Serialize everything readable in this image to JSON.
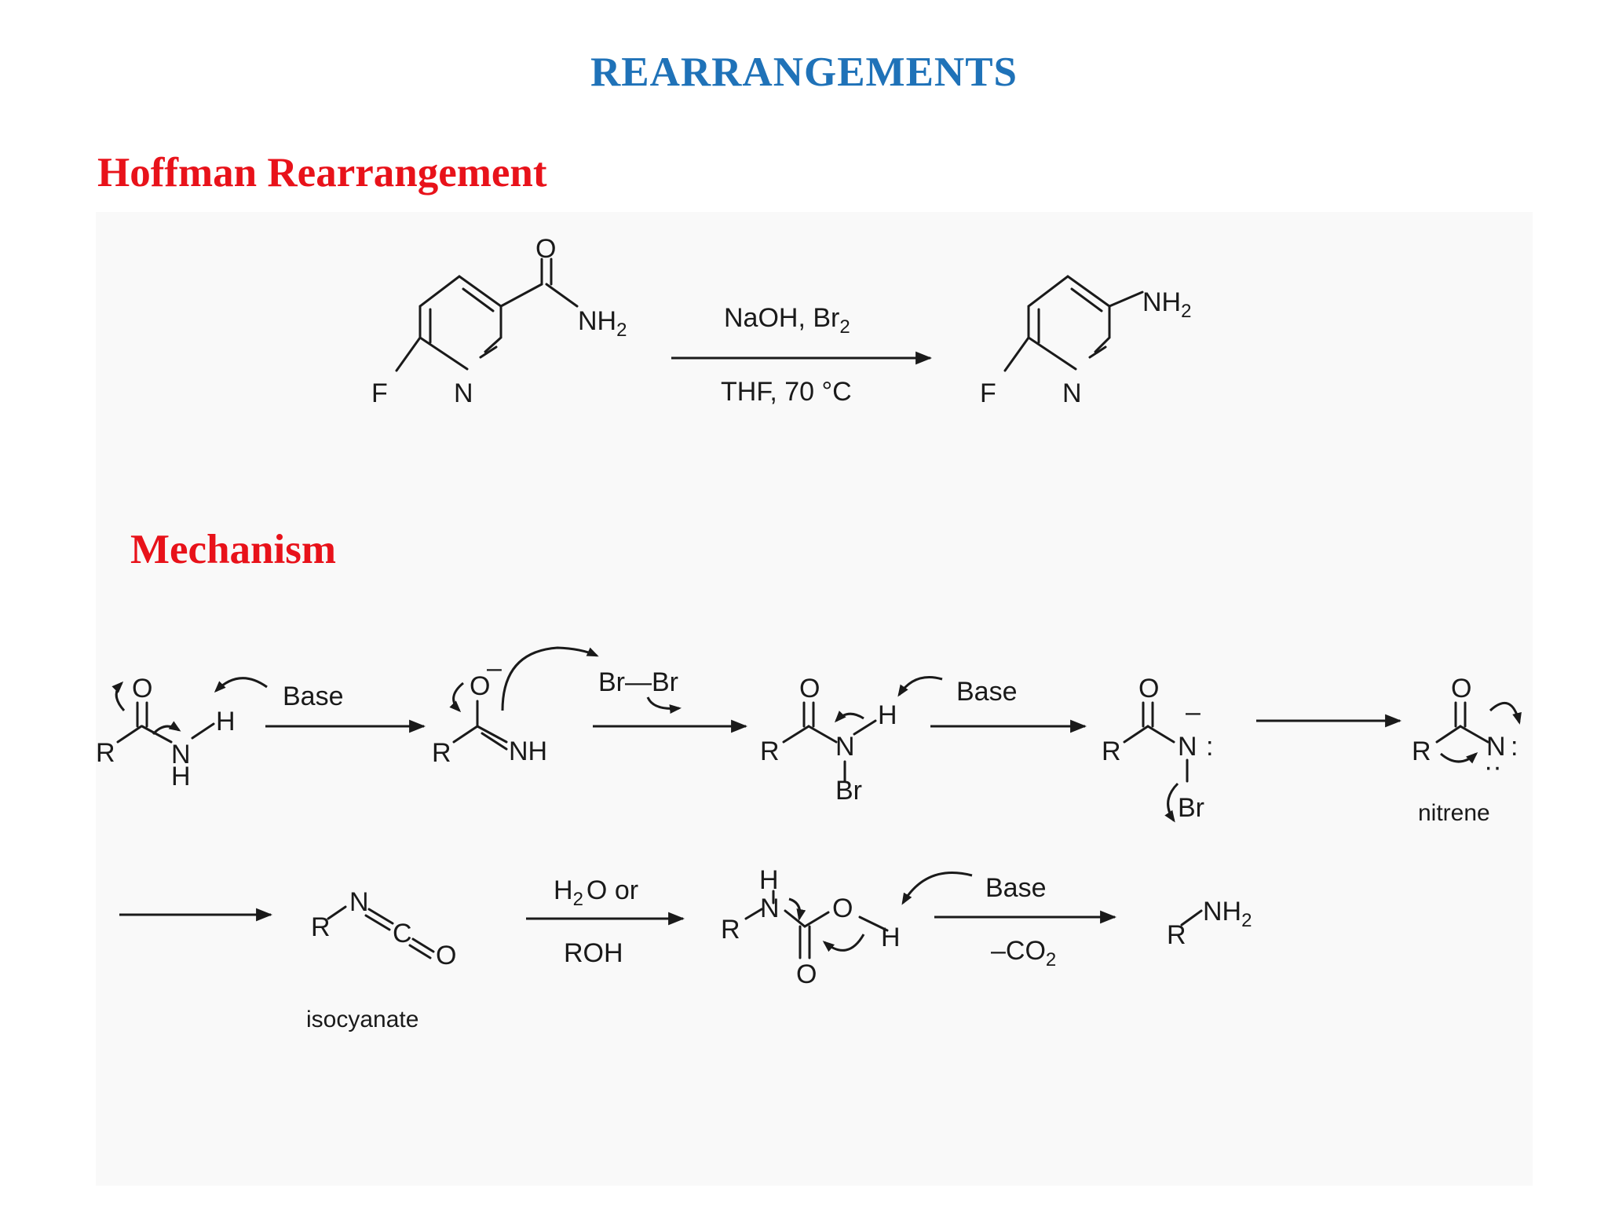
{
  "title": "REARRANGEMENTS",
  "section_hoffman": "Hoffman Rearrangement",
  "section_mechanism": "Mechanism",
  "colors": {
    "title": "#1f72b8",
    "section": "#e8121a",
    "ink": "#1a1a1a"
  },
  "overall_reaction": {
    "reagent_above": "NaOH, Br",
    "reagent_above_sub": "2",
    "reagent_below": "THF, 70 °C",
    "reactant_atoms": {
      "O": "O",
      "NH": "NH",
      "NH_sub": "2",
      "F": "F",
      "N": "N"
    },
    "product_atoms": {
      "NH": "NH",
      "NH_sub": "2",
      "F": "F",
      "N": "N"
    }
  },
  "mechanism_row1": {
    "s1": {
      "O": "O",
      "R": "R",
      "N": "N",
      "H_bottom": "H",
      "H_top": "H"
    },
    "s1_reagent": "Base",
    "s2": {
      "O": "O",
      "charge": "–",
      "R": "R",
      "NH": "NH"
    },
    "s2_reagent": "Br—Br",
    "s3": {
      "O": "O",
      "R": "R",
      "N": "N",
      "H": "H",
      "Br": "Br"
    },
    "s3_reagent": "Base",
    "s4": {
      "O": "O",
      "R": "R",
      "N": "N",
      "charge": "–",
      "lone_pair": ":",
      "Br": "Br"
    },
    "s5": {
      "O": "O",
      "R": "R",
      "N": "N",
      "lone_pair": ":",
      "lone_pair_below": "··",
      "label": "nitrene"
    }
  },
  "mechanism_row2": {
    "s6": {
      "R": "R",
      "N": "N",
      "C": "C",
      "O": "O",
      "label": "isocyanate"
    },
    "s6_reagent_above": "H",
    "s6_reagent_above_sub": "2",
    "s6_reagent_above_rest": "O or",
    "s6_reagent_below": "ROH",
    "s7": {
      "H_top": "H",
      "N": "N",
      "R": "R",
      "O_ring": "O",
      "H_right": "H",
      "O_bottom": "O"
    },
    "s7_reagent_above": "Base",
    "s7_reagent_below": "–CO",
    "s7_reagent_below_sub": "2",
    "s8": {
      "R": "R",
      "NH": "NH",
      "NH_sub": "2"
    }
  }
}
